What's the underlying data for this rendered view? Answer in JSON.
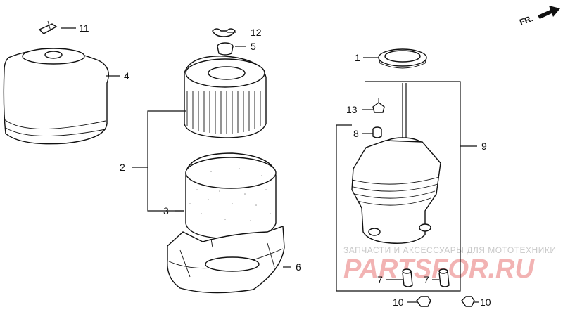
{
  "orientation": {
    "front_label": "FR."
  },
  "callouts": [
    {
      "id": "11",
      "label": "11"
    },
    {
      "id": "4",
      "label": "4"
    },
    {
      "id": "12",
      "label": "12"
    },
    {
      "id": "5",
      "label": "5"
    },
    {
      "id": "2",
      "label": "2"
    },
    {
      "id": "3",
      "label": "3"
    },
    {
      "id": "6",
      "label": "6"
    },
    {
      "id": "1",
      "label": "1"
    },
    {
      "id": "13",
      "label": "13"
    },
    {
      "id": "8",
      "label": "8"
    },
    {
      "id": "9",
      "label": "9"
    },
    {
      "id": "7a",
      "label": "7"
    },
    {
      "id": "7b",
      "label": "7"
    },
    {
      "id": "10a",
      "label": "10"
    },
    {
      "id": "10b",
      "label": "10"
    }
  ],
  "watermark": {
    "subtitle": "ЗАПЧАСТИ И АКСЕССУАРЫ ДЛЯ МОТОТЕХНИКИ",
    "brand": "PARTSFOR.RU",
    "color": "#f2b3b3"
  }
}
